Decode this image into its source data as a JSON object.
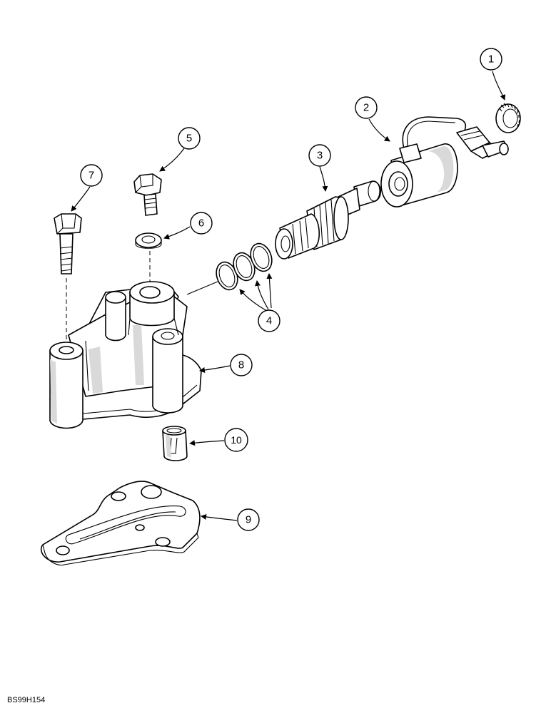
{
  "figure_id": "BS99H154",
  "callouts": [
    "1",
    "2",
    "3",
    "4",
    "5",
    "6",
    "7",
    "8",
    "9",
    "10"
  ]
}
